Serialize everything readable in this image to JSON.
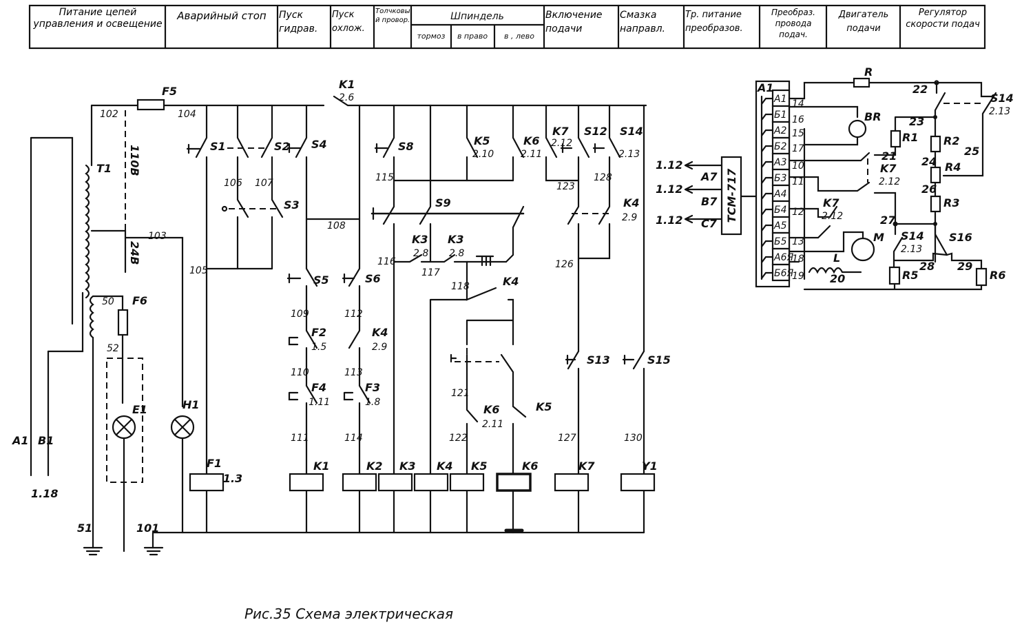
{
  "header": {
    "cells": [
      "Питание цепей управления и освещение",
      "Аварийный стоп",
      "Пуск гидрав.",
      "Пуск охлож.",
      "Толчковый провор.",
      "Включение подачи",
      "Смазка направл.",
      "Тр. питание преобразов.",
      "Преобраз. провода подач.",
      "Двигатель подачи",
      "Регулятор скорости подач"
    ],
    "spindle": {
      "title": "Шпиндель",
      "sub": [
        "тормоз",
        "в право",
        "в , лево"
      ]
    }
  },
  "labels": {
    "F5": "F5",
    "w102": "102",
    "w104": "104",
    "T1": "T1",
    "v110": "110В",
    "v24": "24В",
    "w103": "103",
    "w50": "50",
    "F6": "F6",
    "w52": "52",
    "E1": "E1",
    "H1": "H1",
    "A1": "A1",
    "B1": "B1",
    "ref118": "1.18",
    "w51": "51",
    "w101": "101",
    "w105": "105",
    "S1": "S1",
    "S2": "S2",
    "S3": "S3",
    "S4": "S4",
    "w106": "106",
    "w107": "107",
    "w108": "108",
    "K1top": "K1",
    "K1topref": "2.6",
    "S5": "S5",
    "S6": "S6",
    "w109": "109",
    "w112": "112",
    "F2": "F2",
    "F2ref": "1.5",
    "K4a": "K4",
    "K4aref": "2.9",
    "w110": "110",
    "w113": "113",
    "F4": "F4",
    "F4ref": "1.11",
    "F3": "F3",
    "F3ref": "1.8",
    "w111": "111",
    "w114": "114",
    "S8": "S8",
    "w115": "115",
    "S9": "S9",
    "w116": "116",
    "w117": "117",
    "w118": "118",
    "K3a": "K3",
    "K3aref": "2.8",
    "K3b": "K3",
    "K3bref": "2.8",
    "K5a": "K5",
    "K5aref": "2.10",
    "K6a": "K6",
    "K6aref": "2.11",
    "K7a": "K7",
    "K7aref": "2.12",
    "S12": "S12",
    "S14a": "S14",
    "S14aref": "2.13",
    "w123": "123",
    "w128": "128",
    "K4b": "K4",
    "K4bref": "2.9",
    "w126": "126",
    "K4c": "K4",
    "S13": "S13",
    "S15": "S15",
    "w121": "121",
    "w122": "122",
    "K6b": "K6",
    "K6bref": "2.11",
    "K5b": "K5",
    "w127": "127",
    "w130": "130",
    "F1": "F1",
    "F1ref": "1.3",
    "K1": "K1",
    "K2": "K2",
    "K3": "K3",
    "K4": "K4",
    "K5": "K5",
    "K6": "K6",
    "K7": "K7",
    "Y1": "Y1",
    "r1": "1.12",
    "r2": "1.12",
    "r3": "1.12",
    "A7": "A7",
    "B7": "B7",
    "C7": "C7",
    "TCM": "ТСМ-717",
    "A1r": "A1",
    "R": "R",
    "w22": "22",
    "S14b": "S14",
    "S14bref": "2.13",
    "BR": "BR",
    "w23": "23",
    "R1": "R1",
    "R2": "R2",
    "w25": "25",
    "w21": "21",
    "K7b": "K7",
    "K7bref": "2.12",
    "w24": "24",
    "R4": "R4",
    "w26": "26",
    "R3": "R3",
    "K7c": "K7",
    "K7cref": "2.12",
    "w27": "27",
    "S14c": "S14",
    "S14cref": "2.13",
    "S16": "S16",
    "M": "M",
    "L": "L",
    "w20": "20",
    "w28": "28",
    "w29": "29",
    "R5": "R5",
    "R6": "R6"
  },
  "terminals": {
    "left": [
      "А1",
      "Б1",
      "А2",
      "Б2",
      "А3",
      "Б3",
      "А4",
      "Б4",
      "А5",
      "Б5",
      "А6Я",
      "Б6Я"
    ],
    "right": [
      "14",
      "16",
      "15",
      "17",
      "10",
      "11",
      "12",
      "13",
      "18",
      "19"
    ]
  },
  "caption": "Рис.35 Схема электрическая"
}
